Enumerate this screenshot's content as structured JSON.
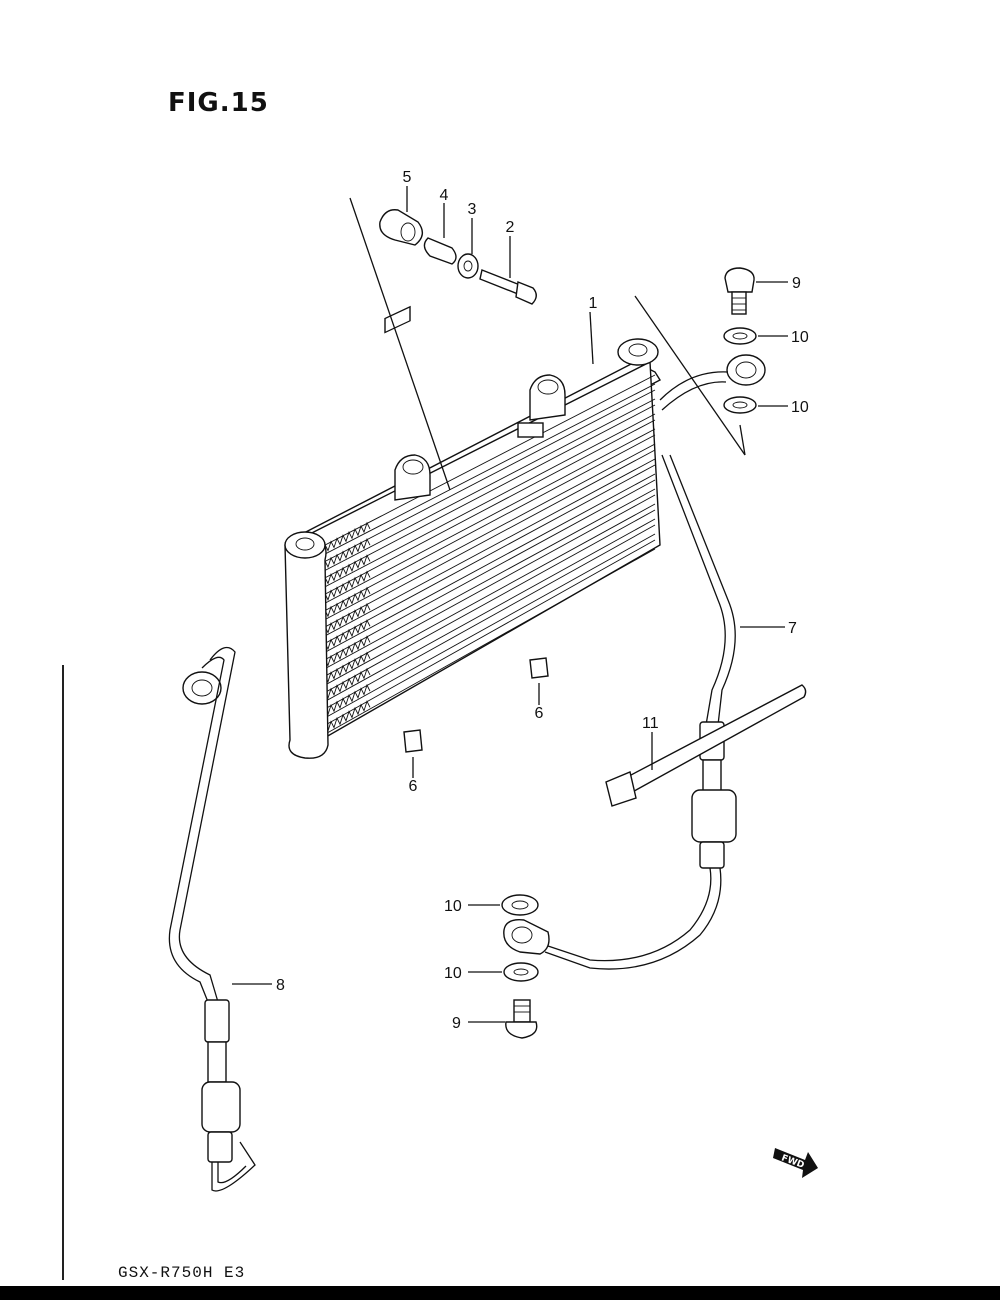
{
  "figure": {
    "title": "FIG.15"
  },
  "footer": {
    "model_code": "GSX-R750H E3"
  },
  "fwd_badge": {
    "label": "FWD"
  },
  "callouts": {
    "c1": "1",
    "c2": "2",
    "c3": "3",
    "c4": "4",
    "c5": "5",
    "c6a": "6",
    "c6b": "6",
    "c7": "7",
    "c8": "8",
    "c9a": "9",
    "c9b": "9",
    "c10a": "10",
    "c10b": "10",
    "c10c": "10",
    "c10d": "10",
    "c11": "11"
  }
}
